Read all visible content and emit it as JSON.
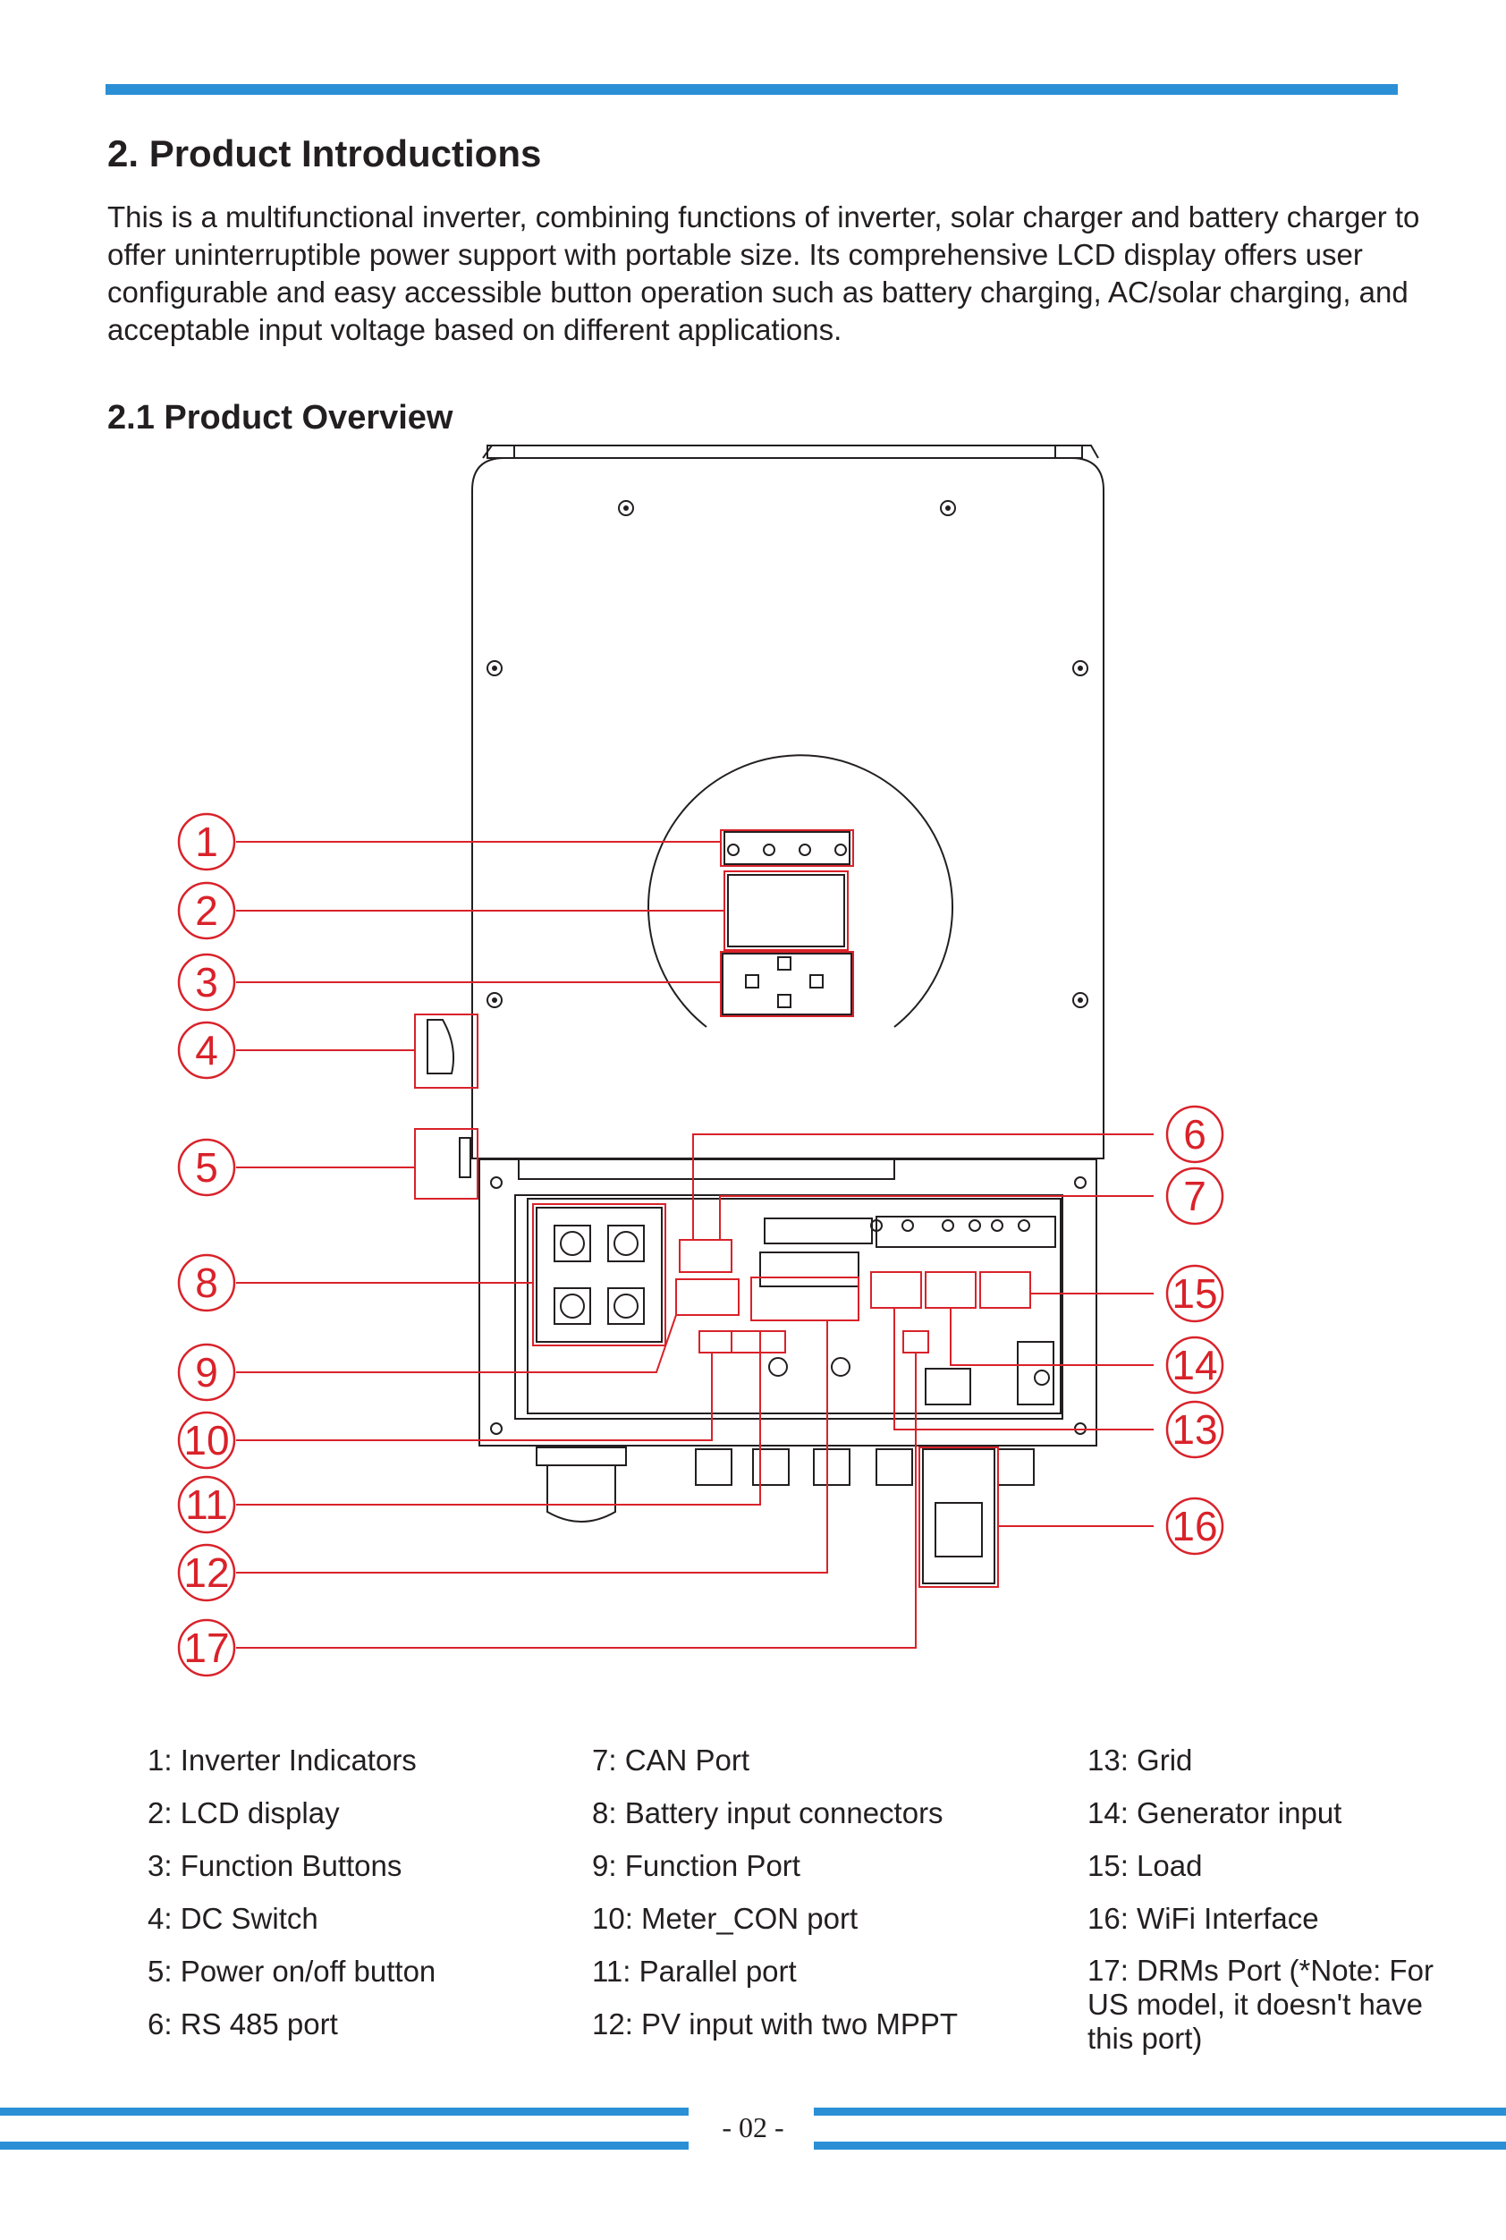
{
  "section": {
    "title": "2. Product Introductions",
    "intro": "This is a multifunctional inverter, combining functions of inverter, solar charger and battery charger to offer uninterruptible power support with portable size. Its comprehensive LCD display offers user configurable and easy accessible button operation such as battery charging, AC/solar charging, and acceptable input voltage based on different applications."
  },
  "overview": {
    "title": "2.1 Product Overview",
    "callouts": [
      "1",
      "2",
      "3",
      "4",
      "5",
      "6",
      "7",
      "8",
      "9",
      "10",
      "11",
      "12",
      "13",
      "14",
      "15",
      "16",
      "17"
    ]
  },
  "legend": {
    "col1": [
      "1: Inverter Indicators",
      "2: LCD display",
      "3: Function Buttons",
      "4: DC Switch",
      "5: Power on/off button",
      "6: RS 485 port"
    ],
    "col2": [
      "7: CAN Port",
      "8: Battery input connectors",
      "9: Function Port",
      "10: Meter_CON port",
      "11: Parallel port",
      "12: PV input with two MPPT"
    ],
    "col3": [
      "13: Grid",
      "14: Generator input",
      "15: Load",
      "16: WiFi Interface",
      "17: DRMs Port (*Note: For US model, it doesn't have this port)"
    ]
  },
  "footer": {
    "page_number": "- 02 -"
  },
  "colors": {
    "accent": "#2b8fd6",
    "callout": "#d9222a",
    "text": "#231f20"
  }
}
